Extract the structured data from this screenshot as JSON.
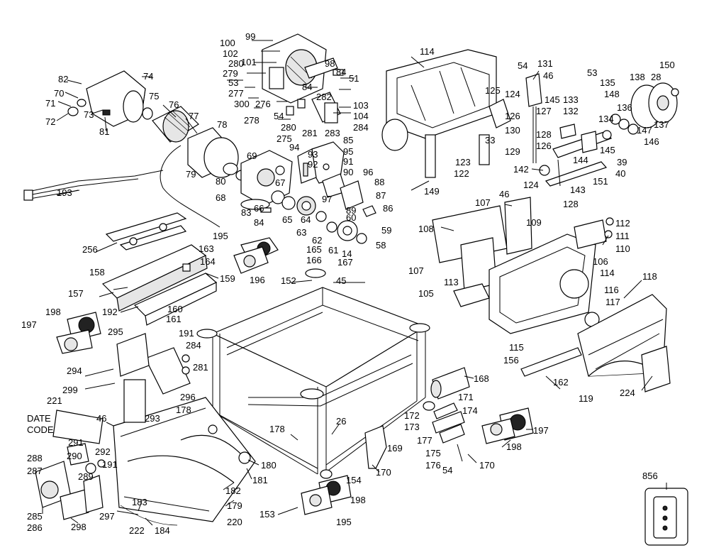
{
  "diagram": {
    "labels": [
      "99",
      "100",
      "102",
      "280",
      "279",
      "101",
      "53",
      "277",
      "300",
      "276",
      "278",
      "54",
      "280",
      "275",
      "281",
      "283",
      "284",
      "104",
      "103",
      "51",
      "84",
      "98",
      "84",
      "282",
      "74",
      "82",
      "70",
      "71",
      "72",
      "73",
      "75",
      "81",
      "76",
      "77",
      "78",
      "79",
      "80",
      "69",
      "68",
      "67",
      "66",
      "65",
      "64",
      "63",
      "62",
      "61",
      "60",
      "59",
      "58",
      "14",
      "83",
      "84",
      "94",
      "93",
      "92",
      "85",
      "95",
      "91",
      "90",
      "96",
      "88",
      "89",
      "97",
      "87",
      "86",
      "193",
      "256",
      "195",
      "163",
      "164",
      "165",
      "166",
      "167",
      "45",
      "158",
      "157",
      "159",
      "192",
      "160",
      "161",
      "196",
      "152",
      "198",
      "197",
      "295",
      "191",
      "284",
      "281",
      "294",
      "299",
      "296",
      "178",
      "293",
      "221",
      "DATE",
      "CODE",
      "46",
      "291",
      "290",
      "292",
      "288",
      "287",
      "289",
      "191",
      "297",
      "285",
      "286",
      "298",
      "183",
      "222",
      "184",
      "220",
      "179",
      "182",
      "181",
      "180",
      "178",
      "26",
      "153",
      "195",
      "154",
      "198",
      "168",
      "171",
      "172",
      "173",
      "174",
      "177",
      "175",
      "176",
      "54",
      "170",
      "170",
      "169",
      "197",
      "198",
      "114",
      "54",
      "131",
      "46",
      "145",
      "125",
      "124",
      "126",
      "127",
      "133",
      "132",
      "53",
      "128",
      "126",
      "130",
      "129",
      "33",
      "123",
      "122",
      "149",
      "142",
      "124",
      "144",
      "143",
      "128",
      "40",
      "39",
      "151",
      "135",
      "148",
      "136",
      "134",
      "147",
      "146",
      "145",
      "138",
      "28",
      "150",
      "137",
      "107",
      "46",
      "108",
      "109",
      "107",
      "113",
      "105",
      "112",
      "111",
      "110",
      "106",
      "114",
      "118",
      "116",
      "117",
      "115",
      "156",
      "162",
      "119",
      "224",
      "856"
    ]
  }
}
